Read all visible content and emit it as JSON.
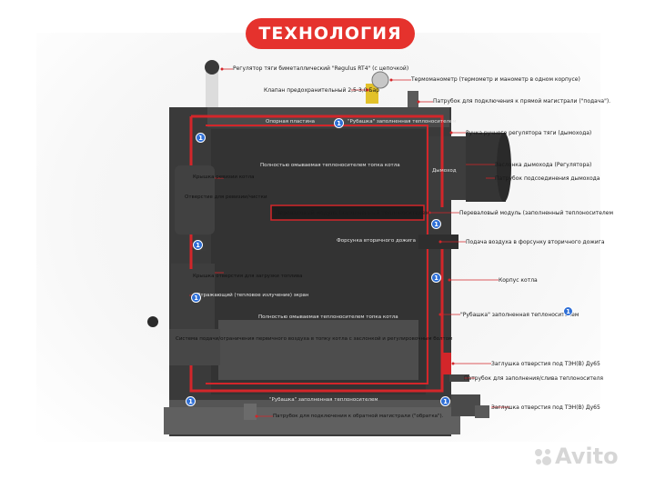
{
  "title": "ТЕХНОЛОГИЯ",
  "badge_number": "1",
  "watermark": "Avito",
  "colors": {
    "accent": "#e5322d",
    "badge": "#2f6fd6",
    "jacket_outline": "#d3262a",
    "body": "#2b2b2b"
  },
  "labels": {
    "regulator_rt4": "Регулятор тяги биметаллический \"Regulus RT4\" (с цепочкой)",
    "safety_valve": "Клапан предохранительный 2,5-3,0 Бар",
    "thermomanometer": "Термоманометр (термометр и манометр в одном корпусе)",
    "supply_pipe": "Патрубок для подключения  к прямой магистрали (\"подача\").",
    "damper_handle": "Ручка ручного регулятора тяги (дымохода)",
    "chimney_damper": "Заслонка дымохода (Регулятора)",
    "chimney_connection": "Патрубок подсоединения дымохода",
    "overflow_module_ext": "Переваловый модуль (заполненный теплоносителем",
    "secondary_air": "Подача воздуха в форсунку вторичного дожига",
    "boiler_body": "Корпус котла",
    "jacket_right": "\"Рубашка\" заполненная теплоносителем",
    "tem_plug_1": "Заглушка отверстия под ТЭН(В) Ду65",
    "fill_drain": "Патрубок для заполнения/слива теплоносителя",
    "tem_plug_2": "Заглушка отверстия под ТЭН(В) Ду65",
    "support_plate": "Опорная пластина",
    "jacket_top": "\"Рубашка\" заполненная теплоносителем",
    "firebox_washed_top": "Полностью омываемая теплоносителем топка котла",
    "revision_cap": "Крышка ревизии котла",
    "revision_opening": "Отверстие для ревизии/чистки",
    "overflow_module": "Переваловый модуль (заполненный теплоносителем",
    "chimney_inner": "Дымоход",
    "secondary_nozzle": "Форсунка вторичного дожига",
    "loading_cap": "Крышка отверстия для загрузки топлива",
    "reflector": "Отражающий (тепловое излучение) экран",
    "firebox_washed_bottom": "Полностью омываемая теплоносителем топка котла",
    "primary_air_system": "Система подачи/ограничения первичного воздуха в топку котла с заслонкой и регулировочным болтом",
    "jacket_bottom": "\"Рубашка\" заполненная теплоносителем",
    "return_pipe": "Патрубок для подключения  к обратной магистрали (\"обратка\")."
  }
}
